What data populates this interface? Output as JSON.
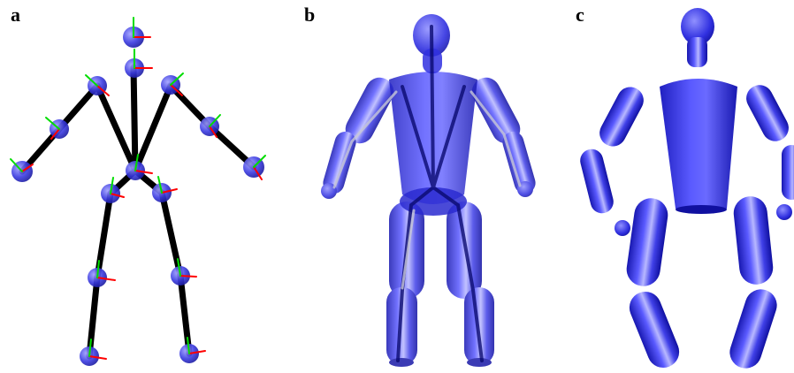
{
  "panels": [
    {
      "label": "a",
      "content": "skeleton-joints"
    },
    {
      "label": "b",
      "content": "translucent-body-with-skeleton"
    },
    {
      "label": "c",
      "content": "separated-body-segments"
    }
  ],
  "colors": {
    "body": "#3a3ae8",
    "body_dark": "#1414a8",
    "body_light": "#8c8cff",
    "bone": "#000000",
    "axis_x": "#ff0000",
    "axis_y": "#00ff00"
  }
}
